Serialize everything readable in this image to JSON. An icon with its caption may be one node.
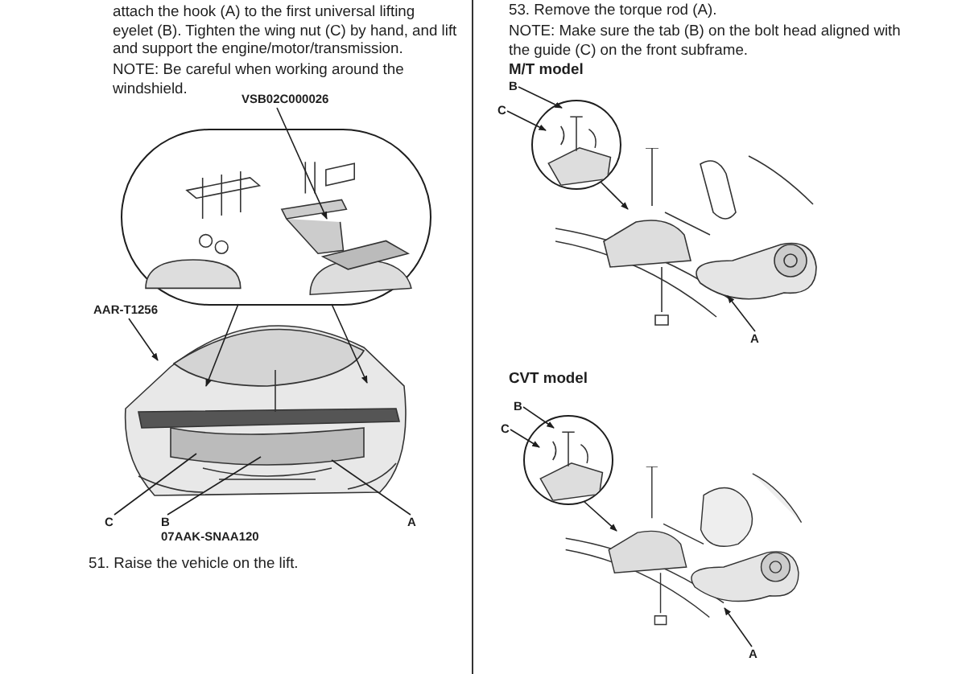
{
  "diagram": {
    "nodes": [
      {
        "text": [
          "VSB02C000026"
        ]
      },
      {
        "text": [],
        "shape": "picture"
      },
      {
        "text": [
          "AAR-T1256"
        ]
      },
      {
        "text": [],
        "shape": "picture"
      },
      {
        "text": [
          "C"
        ]
      },
      {
        "text": [
          "B",
          "07AAK-SNAA120"
        ]
      },
      {
        "text": [
          "A"
        ]
      },
      {
        "text": [
          "B"
        ]
      },
      {
        "text": [
          "C"
        ]
      },
      {
        "text": [],
        "shape": "picture"
      },
      {
        "text": [],
        "shape": "picture"
      },
      {
        "text": [
          "A"
        ]
      },
      {
        "text": [
          "B"
        ]
      },
      {
        "text": [
          "C"
        ]
      },
      {
        "text": [],
        "shape": "picture"
      },
      {
        "text": [],
        "shape": "picture"
      },
      {
        "text": [
          "A"
        ]
      }
    ],
    "edges": [
      {
        "from": 0,
        "to": 1,
        "arrow": "to"
      },
      {
        "from": 1,
        "to": 3,
        "arrow": "to"
      },
      {
        "from": 1,
        "to": 3,
        "arrow": "to"
      },
      {
        "from": 2,
        "to": 3,
        "arrow": "to"
      },
      {
        "from": 4,
        "to": 3,
        "arrow": "none"
      },
      {
        "from": 5,
        "to": 3,
        "arrow": "none"
      },
      {
        "from": 6,
        "to": 3,
        "arrow": "none"
      },
      {
        "from": 7,
        "to": 9,
        "arrow": "to"
      },
      {
        "from": 8,
        "to": 9,
        "arrow": "to"
      },
      {
        "from": 9,
        "to": 10,
        "arrow": "to"
      },
      {
        "from": 11,
        "to": 10,
        "arrow": "to"
      },
      {
        "from": 12,
        "to": 14,
        "arrow": "to"
      },
      {
        "from": 13,
        "to": 14,
        "arrow": "to"
      },
      {
        "from": 14,
        "to": 15,
        "arrow": "to"
      },
      {
        "from": 16,
        "to": 15,
        "arrow": "to"
      }
    ],
    "labels": [
      "attach the hook (A) to the first universal lifting eyelet (B). Tighten the wing nut (C) by hand, and lift and support the engine/motor/transmission.",
      "NOTE: Be careful when working around the windshield.",
      "51. Raise the vehicle on the lift.",
      "53. Remove the torque rod (A).",
      "NOTE: Make sure the tab (B) on the bolt head aligned with the guide (C) on the front subframe.",
      "M/T model",
      "CVT model"
    ]
  }
}
